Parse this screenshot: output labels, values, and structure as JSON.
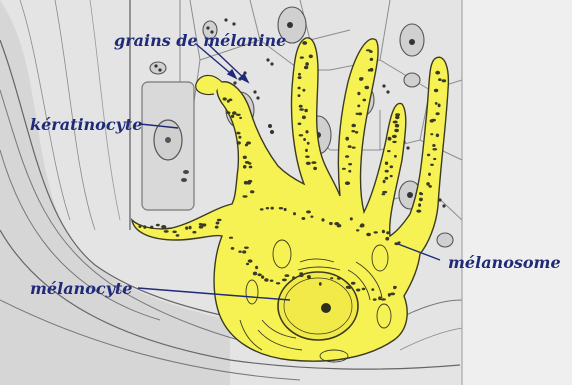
{
  "diagram": {
    "labels": {
      "grains": "grains de mélanine",
      "keratinocyte": "kératinocyte",
      "melanosome": "mélanosome",
      "melanocyte": "mélanocyte"
    },
    "colors": {
      "cell_fill": "#f7f253",
      "cell_outline": "#3b3b20",
      "granule": "#3a3a22",
      "label_text": "#1f2a78",
      "tissue_bg": "#e6e6e6",
      "tissue_line": "#6b6b6b"
    }
  }
}
